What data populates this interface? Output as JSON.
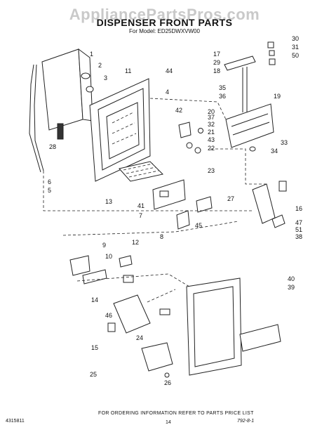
{
  "watermark": "AppliancePartsPros.com",
  "title": "DISPENSER FRONT PARTS",
  "subtitle": "For Model: ED25DWXVW00",
  "footer_note": "FOR ORDERING INFORMATION REFER TO PARTS PRICE LIST",
  "page_number": "14",
  "doc_number": "4315811",
  "ref_code": "792-8-1",
  "callouts": [
    "1",
    "2",
    "3",
    "4",
    "5",
    "6",
    "7",
    "8",
    "9",
    "10",
    "11",
    "12",
    "13",
    "14",
    "15",
    "16",
    "17",
    "18",
    "19",
    "20",
    "21",
    "22",
    "23",
    "24",
    "25",
    "26",
    "27",
    "28",
    "29",
    "30",
    "31",
    "32",
    "33",
    "34",
    "35",
    "36",
    "37",
    "38",
    "39",
    "40",
    "41",
    "42",
    "43",
    "44",
    "45",
    "46",
    "47",
    "50",
    "51"
  ]
}
